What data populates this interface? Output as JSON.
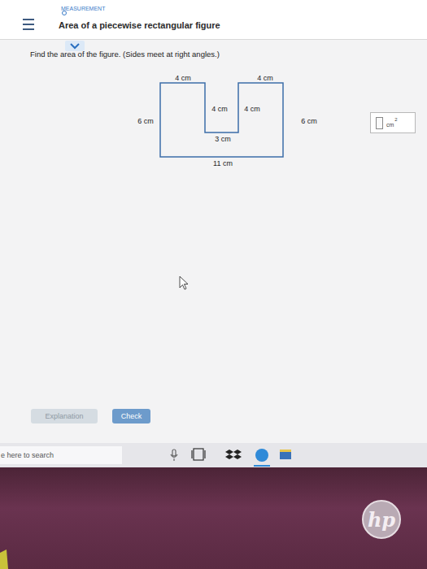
{
  "diagram": {
    "title": "Area of a piecewise rectangular figure",
    "nodes": [
      {
        "text": [
          "cm",
          "2"
        ]
      },
      {
        "text": [
          "Explanation"
        ]
      },
      {
        "text": [
          "Check"
        ]
      },
      {
        "text": [
          "e here to search"
        ]
      },
      {
        "text": [
          "hp"
        ]
      }
    ],
    "labels": [
      "MEASUREMENT",
      "Find the area of the figure. (Sides meet at right angles.)",
      "4 cm",
      "4 cm",
      "4 cm",
      "4 cm",
      "6 cm",
      "6 cm",
      "3 cm",
      "11 cm"
    ]
  }
}
